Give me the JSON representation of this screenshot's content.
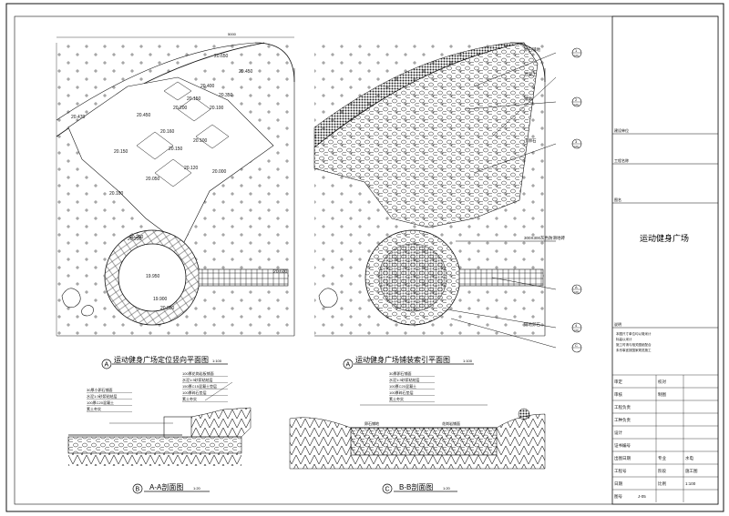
{
  "colors": {
    "line": "#111111",
    "paper": "#ffffff",
    "hatch": "#222222"
  },
  "plan_left": {
    "title": "运动健身广场定位竖向平面图",
    "scale": "1:100",
    "marker": "A",
    "dim_top": "5000",
    "elevations": [
      "20.650",
      "20.450",
      "20.400",
      "20.350",
      "20.470",
      "20.450",
      "20.150",
      "20.200",
      "20.160",
      "20.100",
      "20.100",
      "20.150",
      "20.150",
      "20.120",
      "20.050",
      "20.000",
      "20.100",
      "20.250",
      "20.200",
      "19.950",
      "19.900",
      "20.050",
      "20.600"
    ]
  },
  "plan_right": {
    "title": "运动健身广场铺装索引平面图",
    "scale": "1:100",
    "marker": "A",
    "callouts": [
      {
        "label": "卵石铺地",
        "ref_top": "1",
        "ref_bottom": "J-06"
      },
      {
        "label": "混凝土",
        "ref_top": "",
        "ref_bottom": ""
      },
      {
        "label": "铺地",
        "ref_top": "2",
        "ref_bottom": "J-06"
      },
      {
        "label": "小卵石",
        "ref_top": "3",
        "ref_bottom": "J-06"
      },
      {
        "label": "300X300灰色防滑地砖",
        "ref_top": "",
        "ref_bottom": ""
      },
      {
        "label": "",
        "ref_top": "A",
        "ref_bottom": "J-06"
      },
      {
        "label": "铺地卵石",
        "ref_top": "4",
        "ref_bottom": "J-06"
      },
      {
        "label": "",
        "ref_top": "C",
        "ref_bottom": ""
      }
    ]
  },
  "section_b": {
    "title": "A-A剖面图",
    "scale": "1:20",
    "marker": "B",
    "notes_left": [
      "30厚小卵石铺面",
      "水泥1:3砂浆粘结层",
      "100厚C20混凝土",
      "素土夯实"
    ],
    "notes_right": [
      "100厚花岗岩板铺面",
      "水泥1:3砂浆粘结层",
      "150厚C15混凝土垫层",
      "100厚碎石垫层",
      "素土夯实"
    ]
  },
  "section_c": {
    "title": "B-B剖面图",
    "scale": "1:20",
    "marker": "C",
    "notes": [
      "30厚卵石铺面",
      "水泥1:3砂浆粘结层",
      "100厚C20混凝土",
      "100厚碎石垫层",
      "素土夯实"
    ],
    "label_a": "卵石铺地",
    "label_b": "花岗岩铺面"
  },
  "title_block": {
    "row1": "建设单位",
    "row2": "工程名称",
    "row3": "图名",
    "drawing_name": "运动健身广场",
    "notes_heading": "说明",
    "notes": [
      "本图尺寸单位均以毫米计",
      "标高以米计",
      "施工时请与相关图纸配合",
      "未尽事宜按国家规范施工"
    ],
    "rows": [
      [
        "审定",
        "",
        "校对",
        ""
      ],
      [
        "审核",
        "",
        "制图",
        ""
      ],
      [
        "工程负责",
        "",
        "",
        ""
      ],
      [
        "工种负责",
        "",
        "",
        ""
      ],
      [
        "设计",
        "",
        "",
        ""
      ],
      [
        "证书编号",
        "",
        "",
        ""
      ],
      [
        "出图日期",
        "",
        "专业",
        "水电"
      ],
      [
        "工程号",
        "",
        "阶段",
        "施工图"
      ],
      [
        "日期",
        "",
        "比例",
        "1:100"
      ],
      [
        "图号",
        "J-05",
        "",
        ""
      ]
    ]
  }
}
